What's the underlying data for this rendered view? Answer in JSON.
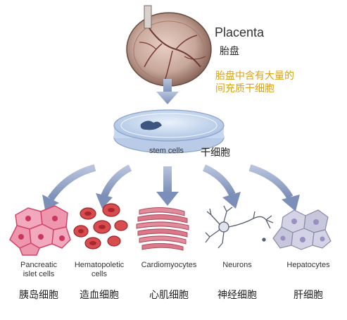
{
  "placenta": {
    "label_en": "Placenta",
    "label_zh": "胎盘"
  },
  "note": {
    "line1": "胎盘中含有大量的",
    "line2": "间充质干细胞",
    "color": "#d9a21b"
  },
  "stem_cells": {
    "label_en": "stem cells",
    "label_zh": "干细胞"
  },
  "cell_types": [
    {
      "en_line1": "Pancreatic",
      "en_line2": "islet cells",
      "zh": "胰岛细胞"
    },
    {
      "en_line1": "Hematopoletic",
      "en_line2": "cells",
      "zh": "造血细胞"
    },
    {
      "en_line1": "Cardiomyocytes",
      "en_line2": "",
      "zh": "心肌细胞"
    },
    {
      "en_line1": "Neurons",
      "en_line2": "",
      "zh": "神经细胞"
    },
    {
      "en_line1": "Hepatocytes",
      "en_line2": "",
      "zh": "肝细胞"
    }
  ],
  "colors": {
    "arrow": "#8a9bc0",
    "dish": "#c8d9f0",
    "placenta": "#c7a79a",
    "pink_cells": "#e05a7a",
    "red_cells": "#c9363e",
    "muscle": "#d9798a",
    "hepato": "#c6c6dc"
  }
}
